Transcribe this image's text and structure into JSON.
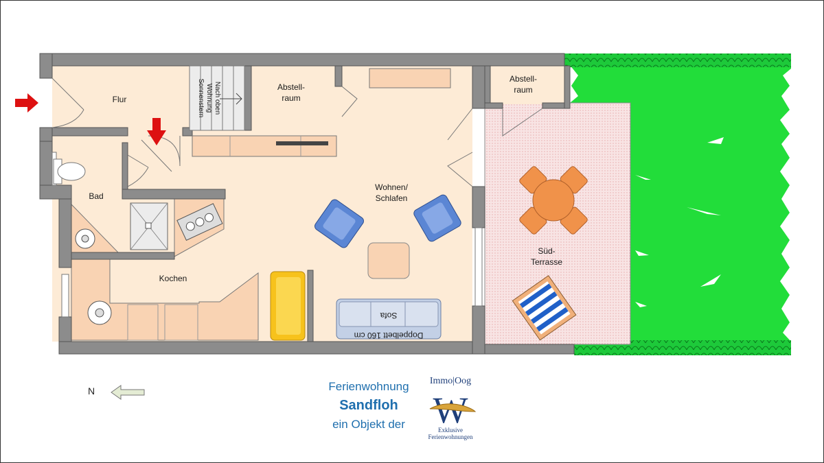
{
  "rooms": {
    "flur": "Flur",
    "stairs_1": "Nach oben",
    "stairs_2": "Wohnung",
    "stairs_3": "Sonnenstern",
    "abstell_1_l1": "Abstell-",
    "abstell_1_l2": "raum",
    "abstell_2_l1": "Abstell-",
    "abstell_2_l2": "raum",
    "bad": "Bad",
    "kochen": "Kochen",
    "wohnen_l1": "Wohnen/",
    "wohnen_l2": "Schlafen",
    "terrasse_l1": "Süd-",
    "terrasse_l2": "Terrasse",
    "sofa": "Sofa",
    "bed": "Doppelbett 160 cm"
  },
  "compass": {
    "letter": "N"
  },
  "branding": {
    "line1": "Ferienwohnung",
    "line2": "Sandfloh",
    "line3": "ein Objekt der",
    "logo_top": "Immo|Oog",
    "logo_letter": "W",
    "logo_cap1": "Exklusive",
    "logo_cap2": "Ferienwohnungen"
  },
  "colors": {
    "wall": "#8c8c8c",
    "floor": "#fdebd6",
    "kitchen": "#f9d3b3",
    "terrace": "#f6dcdc",
    "lawn": "#22dd3a",
    "hedge": "#14b02a",
    "entry_arrow": "#dd1111",
    "chair": "#5b86d4",
    "sofa_bed": "#c3d0e6",
    "yellow_seat": "#f7c21c",
    "terrace_table": "#f0924a",
    "brand_blue": "#1f6fae"
  }
}
